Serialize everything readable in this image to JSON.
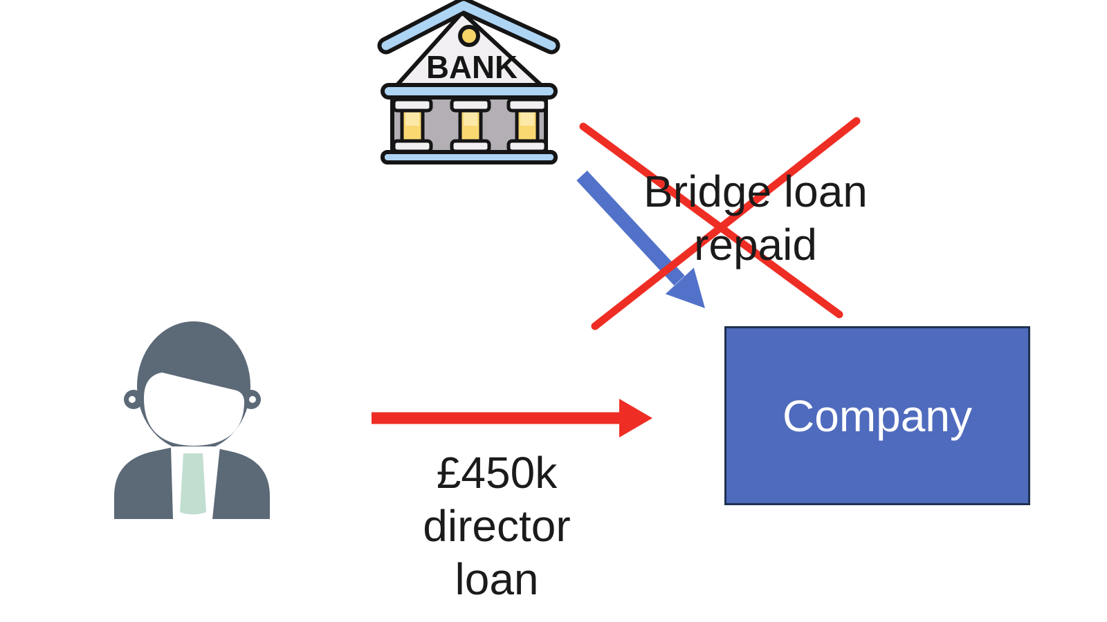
{
  "bank": {
    "sign": "BANK"
  },
  "company": {
    "label": "Company"
  },
  "flows": {
    "bridge_loan": {
      "label": "Bridge loan repaid",
      "lines": [
        "Bridge loan",
        "repaid"
      ],
      "from": "bank",
      "to": "company",
      "status": "crossed-out"
    },
    "director_loan": {
      "label": "£450k director loan",
      "lines": [
        "£450k",
        "director",
        "loan"
      ],
      "from": "director",
      "to": "company"
    }
  },
  "colors": {
    "red": "#ee2e24",
    "arrow_blue": "#5272c9",
    "company_fill": "#4f6bbd",
    "company_border": "#1f3050",
    "company_text": "#ffffff",
    "text": "#1b1b1b",
    "person_gray": "#5c6977",
    "tie_green": "#c2ded1",
    "bank_blue": "#aed4f4",
    "bank_yellow": "#f9d871",
    "bank_yellow_light": "#fce9a8",
    "bank_wall_gray": "#b3afb5",
    "bank_white": "#f1eff2",
    "outline": "#151515",
    "background": "#ffffff"
  }
}
